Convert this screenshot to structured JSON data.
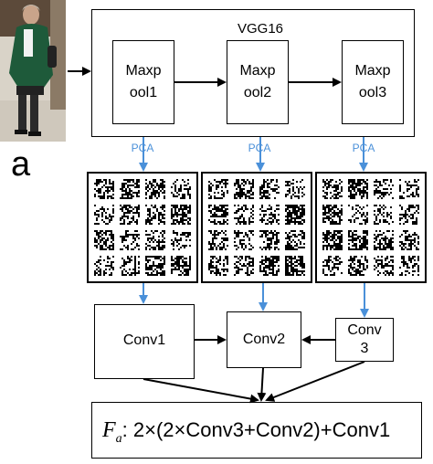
{
  "panel_label": "a",
  "vgg": {
    "title": "VGG16",
    "pools": [
      {
        "line1": "Maxp",
        "line2": "ool1"
      },
      {
        "line1": "Maxp",
        "line2": "ool2"
      },
      {
        "line1": "Maxp",
        "line2": "ool3"
      }
    ]
  },
  "pca_label": "PCA",
  "convs": [
    {
      "line1": "Conv1",
      "line2": ""
    },
    {
      "line1": "Conv2",
      "line2": ""
    },
    {
      "line1": "Conv",
      "line2": "3"
    }
  ],
  "formula": {
    "symbol": "F",
    "subscript": "a",
    "text": ": 2×(2×Conv3+Conv2)+Conv1"
  },
  "colors": {
    "pca_arrow": "#4a90d9",
    "arrow": "#000000",
    "coat": "#1e5a3a"
  },
  "icons": {
    "photo": "person-walking-photo",
    "feature_maps": "binary-feature-map-grid"
  }
}
